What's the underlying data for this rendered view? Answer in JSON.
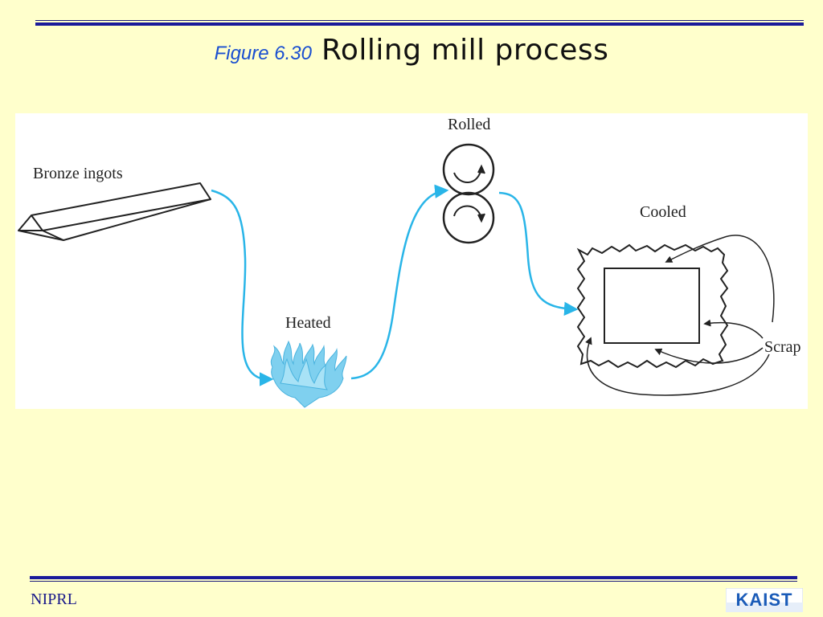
{
  "slide": {
    "figure_number": "Figure 6.30",
    "title": "Rolling mill process"
  },
  "diagram": {
    "labels": {
      "bronze_ingots": "Bronze ingots",
      "heated": "Heated",
      "rolled": "Rolled",
      "cooled": "Cooled",
      "scrap": "Scrap"
    },
    "arrow_color": "#29b5e8",
    "flame_color": "#7fd0ef"
  },
  "footer": {
    "org": "NIPRL",
    "logo_text": "KAIST"
  },
  "colors": {
    "background": "#ffffcc",
    "rule": "#1a1a9a",
    "figure_number": "#1a4fd0",
    "logo": "#1a5bb8"
  }
}
